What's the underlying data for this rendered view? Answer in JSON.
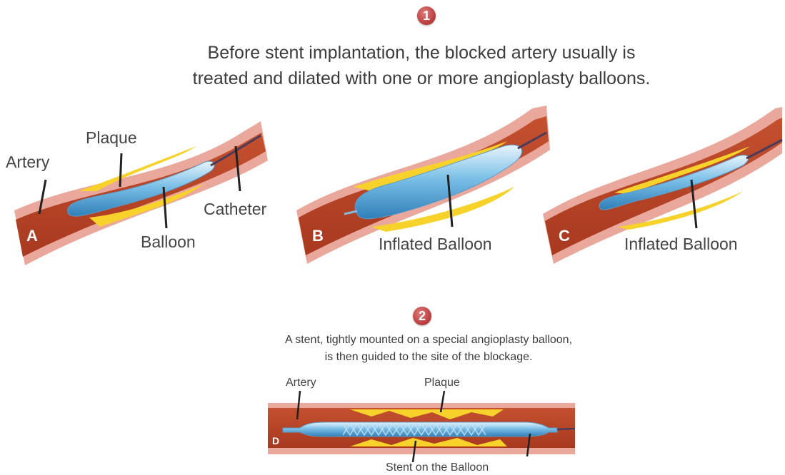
{
  "step1": {
    "number": "1",
    "caption_line1": "Before stent implantation, the blocked artery usually is",
    "caption_line2": "treated and dilated with one or more angioplasty balloons."
  },
  "panel_a": {
    "letter": "A",
    "artery_label": "Artery",
    "plaque_label": "Plaque",
    "catheter_label": "Catheter",
    "balloon_label": "Balloon"
  },
  "panel_b": {
    "letter": "B",
    "balloon_label": "Inflated Balloon"
  },
  "panel_c": {
    "letter": "C",
    "balloon_label": "Inflated Balloon"
  },
  "step2": {
    "number": "2",
    "caption_line1": "A stent, tightly mounted on a special angioplasty balloon,",
    "caption_line2": "is then guided to the site of the blockage."
  },
  "panel_d": {
    "letter": "D",
    "artery_label": "Artery",
    "plaque_label": "Plaque",
    "stent_label": "Stent on the Balloon"
  },
  "colors": {
    "artery_outer": "#e8a59a",
    "artery_inner": "#b8442a",
    "plaque": "#f5d020",
    "balloon": "#6ab4e0",
    "badge": "#b83a3a"
  }
}
